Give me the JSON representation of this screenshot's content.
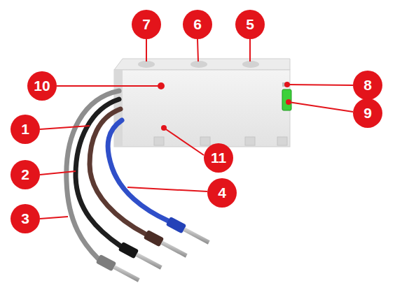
{
  "diagram": {
    "labels": [
      "7",
      "6",
      "5",
      "10",
      "8",
      "1",
      "9",
      "11",
      "2",
      "4",
      "3"
    ]
  }
}
